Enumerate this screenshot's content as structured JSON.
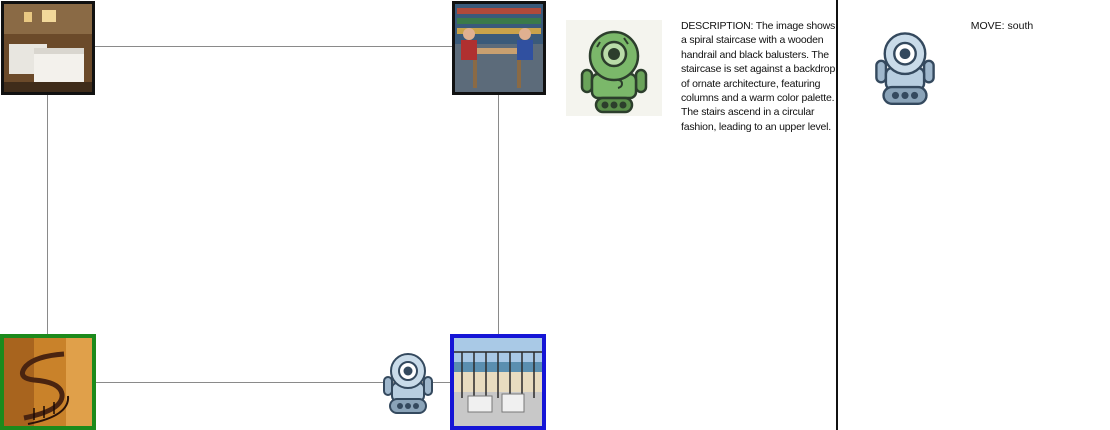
{
  "map": {
    "rooms": [
      {
        "id": "hotel-room",
        "scene": "hotel bedroom with two beds",
        "frame": "black"
      },
      {
        "id": "library",
        "scene": "people reading at a table in a library",
        "frame": "black"
      },
      {
        "id": "spiral-staircase",
        "scene": "spiral staircase with wooden handrail",
        "frame": "green"
      },
      {
        "id": "balcony",
        "scene": "balcony with chairs overlooking the beach",
        "frame": "blue"
      }
    ],
    "agent_icon": "robot-icon",
    "colors": {
      "edge": "#8a8a8a",
      "current": "#1c8a1c",
      "target": "#1515d6",
      "default": "#111111"
    }
  },
  "observation": {
    "robot_icon": "green-robot-icon",
    "description": "DESCRIPTION: The image shows a spiral staircase with a wooden handrail and black balusters. The staircase is set against a backdrop of ornate architecture, featuring columns and a warm color palette. The stairs ascend in a circular fashion, leading to an upper level."
  },
  "action": {
    "robot_icon": "robot-icon",
    "move_text": "MOVE: south"
  }
}
